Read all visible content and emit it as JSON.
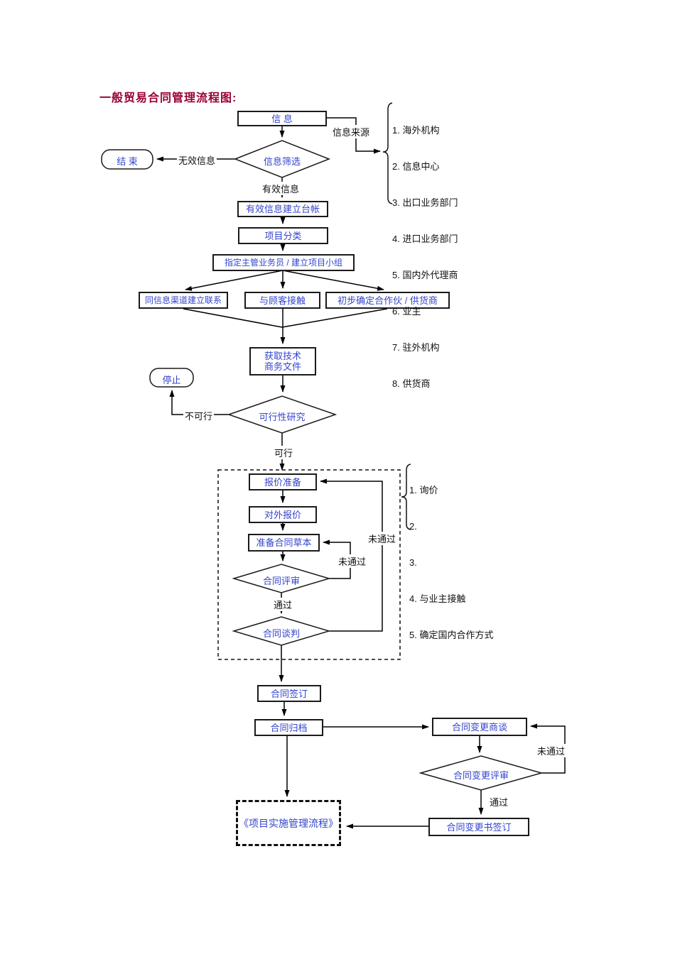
{
  "title": "一般贸易合同管理流程图:",
  "colors": {
    "title": "#990033",
    "node_text": "#3344CC",
    "line": "#000000",
    "border": "#1a1a1a"
  },
  "nodes": {
    "info": {
      "label": "信  息"
    },
    "info_screen": {
      "label": "信息筛选"
    },
    "end": {
      "label": "结 束"
    },
    "ledger": {
      "label": "有效信息建立台帐"
    },
    "classify": {
      "label": "项目分类"
    },
    "assign": {
      "label": "指定主管业务员 / 建立项目小组"
    },
    "channel": {
      "label": "同信息渠道建立联系"
    },
    "customer": {
      "label": "与顾客接触"
    },
    "partner": {
      "label": "初步确定合作伙 / 供货商"
    },
    "tech_docs": {
      "label": "获取技术\n商务文件"
    },
    "stop": {
      "label": "停止"
    },
    "feasibility": {
      "label": "可行性研究"
    },
    "quote_prep": {
      "label": "报价准备"
    },
    "quote_out": {
      "label": "对外报价"
    },
    "draft": {
      "label": "准备合同草本"
    },
    "review": {
      "label": "合同评审"
    },
    "negotiate": {
      "label": "合同谈判"
    },
    "sign": {
      "label": "合同签订"
    },
    "archive": {
      "label": "合同归档"
    },
    "change_talk": {
      "label": "合同变更商谈"
    },
    "change_review": {
      "label": "合同变更评审"
    },
    "change_sign": {
      "label": "合同变更书签订"
    },
    "implementation": {
      "label": "《项目实施管理流程》"
    }
  },
  "edge_labels": {
    "source": "信息来源",
    "invalid": "无效信息",
    "valid": "有效信息",
    "not_feasible": "不可行",
    "feasible": "可行",
    "fail_outer": "未通过",
    "fail_inner": "未通过",
    "pass_review": "通过",
    "fail_change": "未通过",
    "pass_change": "通过"
  },
  "info_sources": {
    "items": [
      "1. 海外机构",
      "2. 信息中心",
      "3. 出口业务部门",
      "4. 进口业务部门",
      "5. 国内外代理商",
      "6. 业主",
      "7. 驻外机构",
      "8. 供货商"
    ]
  },
  "quotation_notes": {
    "items": [
      "1. 询价",
      "2.",
      "3.",
      "4. 与业主接触",
      "5. 确定国内合作方式"
    ]
  }
}
